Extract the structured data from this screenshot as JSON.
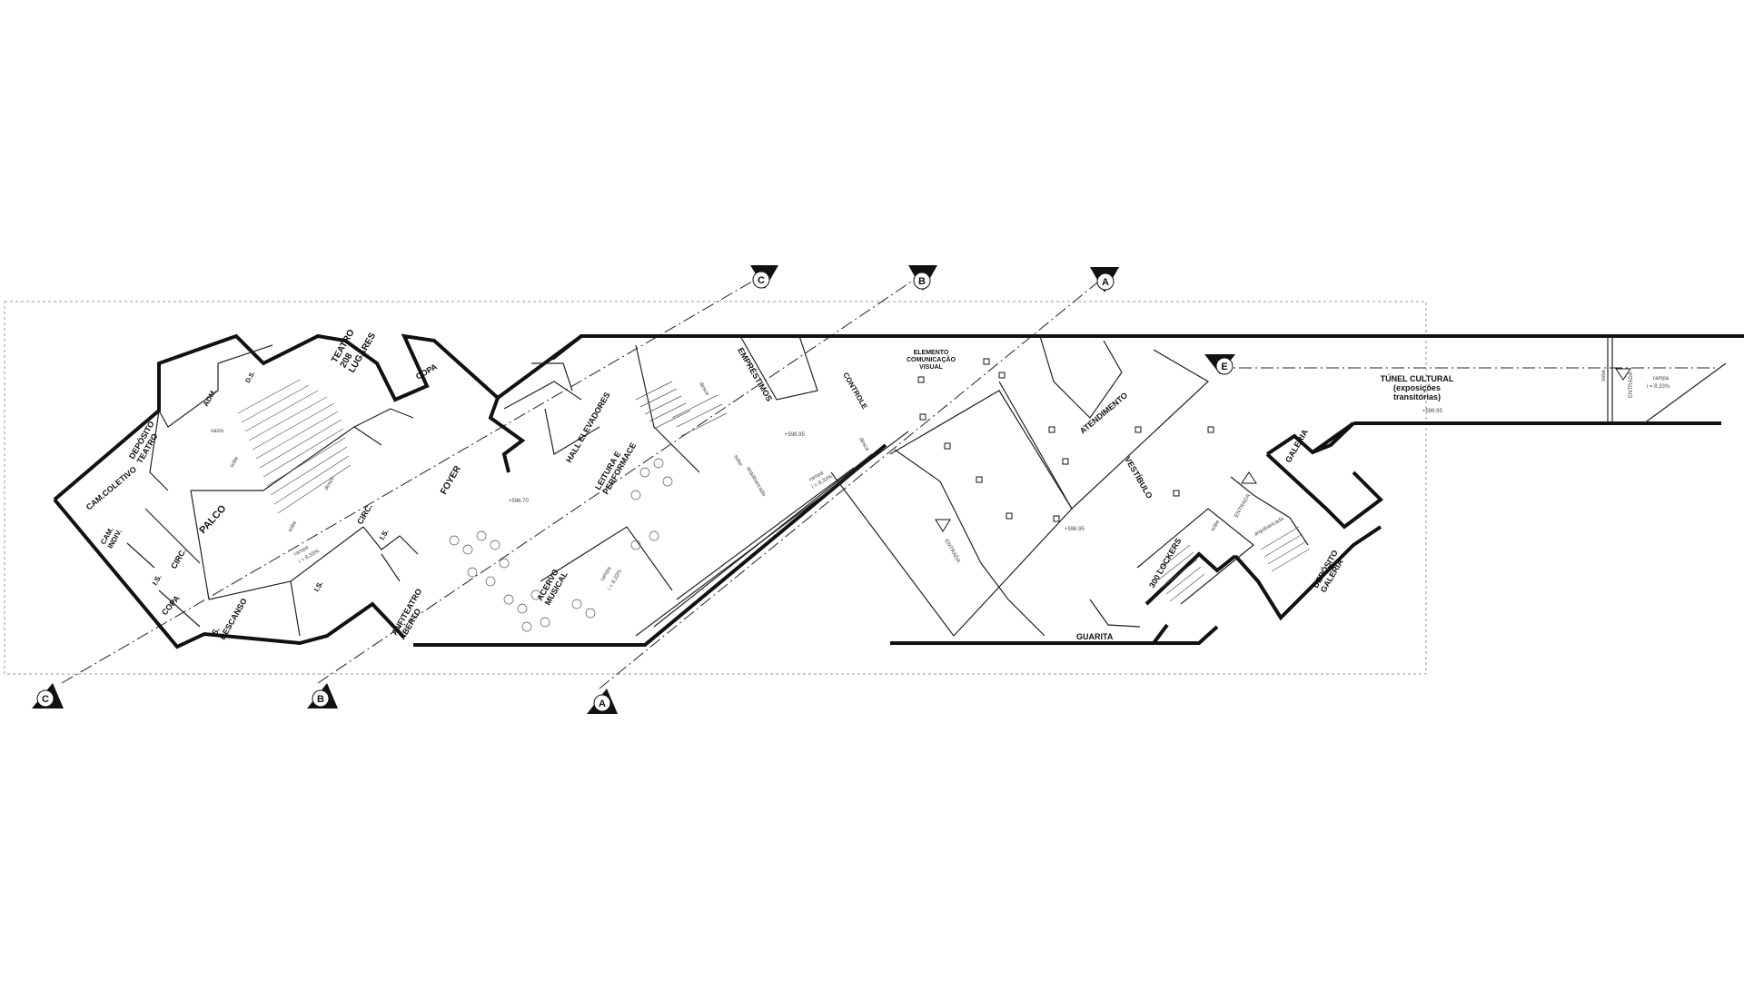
{
  "rooms": {
    "teatro": "TEATRO\n208\nLUGARES",
    "deposito_teatro": "DEPÓSITO\nTEATRO",
    "adm": "ADM.",
    "ds": "D.S.",
    "copa_top": "COPA",
    "cam_coletivo": "CAM.COLETIVO",
    "cam_indiv": "CAM.\nINDIV.",
    "is_left": "I.S.",
    "copa_bottom": "COPA",
    "palco": "PALCO",
    "circ_left": "CIRC.",
    "circ_right": "CIRC.",
    "s_descanso": "S.\nDESCANSO",
    "is_mid": "I.S.",
    "is_right": "I.S.",
    "anfiteatro": "ANFITEATRO\nABERTO",
    "foyer": "FOYER",
    "hall_elevadores": "HALL ELEVADORES",
    "leitura": "LEITURA E\nPERFORMACE",
    "acervo": "ACERVO\nMUSICAL",
    "emprestimos": "EMPRÉSTIMOS",
    "controle": "CONTROLE",
    "elemento": "ELEMENTO\nCOMUNICAÇÃO\nVISUAL",
    "atendimento": "ATENDIMENTO",
    "vestibulo": "VESTÍBULO",
    "lockers": "300 LOCKERS",
    "guarita": "GUARITA",
    "galeria": "GALERIA",
    "deposito_galeria": "DEPÓSITO\nGALERIA",
    "tunel": "TÚNEL CULTURAL\n(exposições\ntransitórias)"
  },
  "annotations": {
    "sobe": "sobe",
    "desce": "desce",
    "arquibancada": "arquibancada",
    "rampa": "rampa",
    "rampa_pct": "i = 8,33%",
    "entrada": "ENTRADA",
    "vazio": "vazio",
    "level_a": "+596.70",
    "level_b": "+596.95",
    "level_c": "+596.95",
    "level_d": "+598.95"
  },
  "section_markers": {
    "a_top": "A",
    "b_top": "B",
    "c_top": "C",
    "a_bottom": "A",
    "b_bottom": "B",
    "c_bottom": "C",
    "e": "E"
  }
}
